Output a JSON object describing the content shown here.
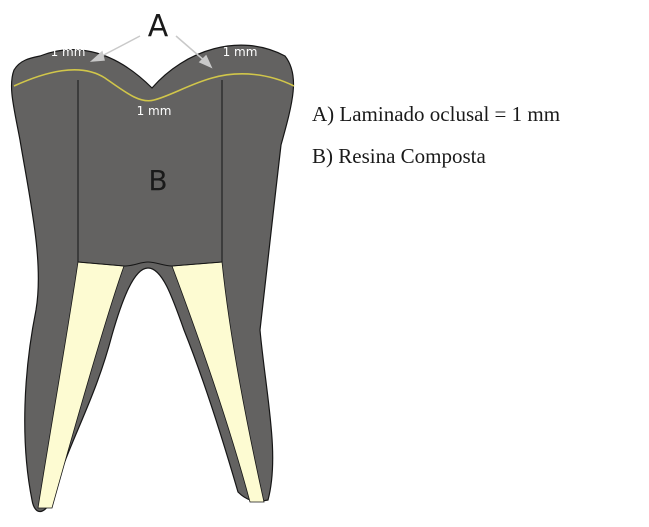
{
  "labels": {
    "A": "A",
    "B": "B",
    "mm_left": "1 mm",
    "mm_right": "1 mm",
    "mm_center": "1 mm"
  },
  "legend": {
    "A": "A) Laminado oclusal = 1 mm",
    "B": "B) Resina Composta"
  },
  "colors": {
    "tooth": "#636261",
    "canal": "#fdfbd2",
    "laminate_line": "#d1c64a",
    "arrow": "#c9c9c9",
    "outline": "#161616"
  }
}
